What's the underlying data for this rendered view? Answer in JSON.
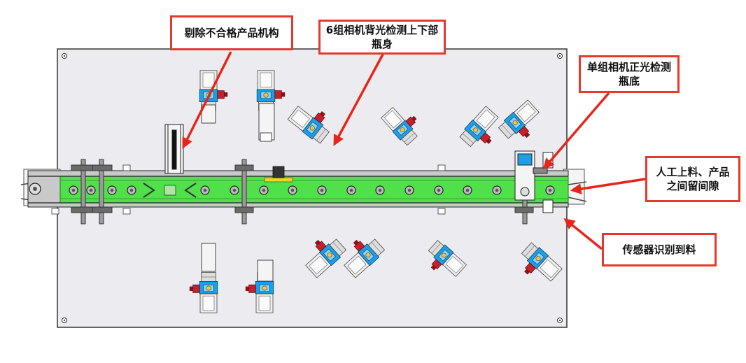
{
  "colors": {
    "callout_border": "#e8382c",
    "arrow": "#e8251a",
    "plate": "#ececf0",
    "conveyor": "#4fe04a",
    "camera_blue": "#1aa0e8",
    "mount_red": "#c8202a",
    "metal": "#d8d8d8"
  },
  "callouts": {
    "reject": "剔除不合格产品机构",
    "backlight": "6组相机背光检测上下部瓶身",
    "frontlight": "单组相机正光检测瓶底",
    "manual": "人工上料、产品之间留间隙",
    "sensor": "传感器识别到料"
  },
  "icons": {
    "camera": "camera-unit-icon",
    "roller": "roller-icon",
    "bolt": "corner-bolt-icon"
  }
}
